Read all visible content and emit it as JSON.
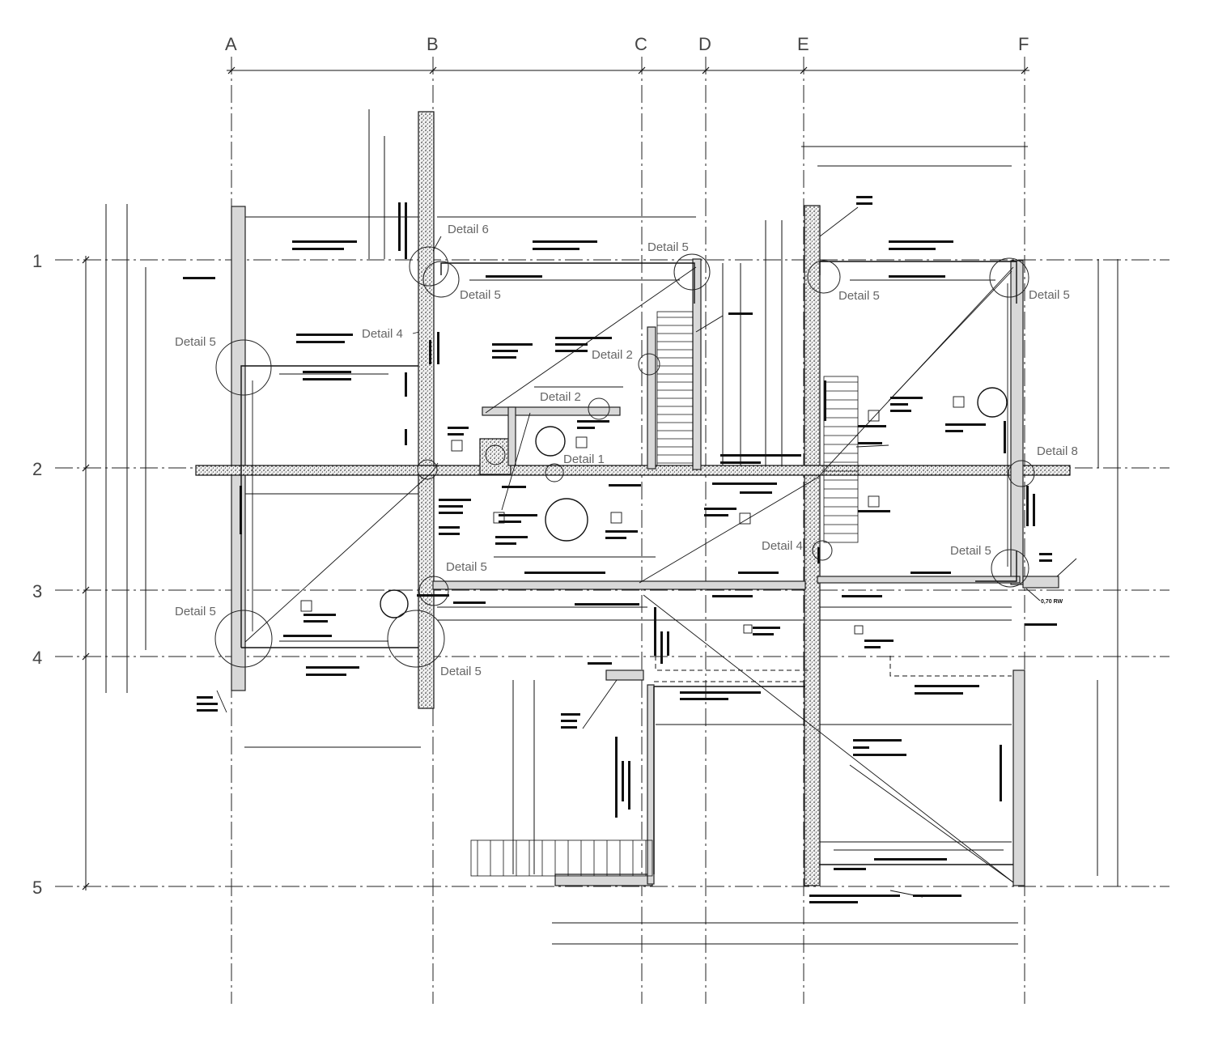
{
  "grid": {
    "columns": [
      "A",
      "B",
      "C",
      "D",
      "E",
      "F"
    ],
    "rows": [
      "1",
      "2",
      "3",
      "4",
      "5"
    ]
  },
  "details": {
    "d6": "Detail 6",
    "d5": "Detail 5",
    "d4": "Detail 4",
    "d2": "Detail 2",
    "d1": "Detail 1",
    "d8": "Detail 8"
  },
  "annotations": {
    "note_e": "0,70 RW"
  },
  "colors": {
    "ink": "#111111",
    "wall_fill": "#d8d8d8",
    "label_grey": "#666666"
  }
}
